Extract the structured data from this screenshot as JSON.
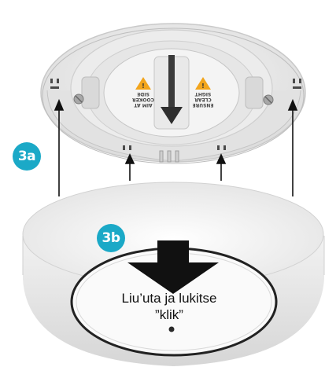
{
  "steps": {
    "step_a": "3a",
    "step_b": "3b"
  },
  "instruction": {
    "line1": "Liu’uta ja lukitse",
    "line2": "”klik”"
  },
  "mount_labels": {
    "left_label": [
      "AIM AT",
      "COOKER",
      "SIDE"
    ],
    "right_label": [
      "ENSURE",
      "CLEAR",
      "SIGHT"
    ]
  },
  "colors": {
    "badge": "#1ba9c7",
    "warning": "#f2a51c",
    "arrow": "#111111"
  },
  "icons": [
    "warning-icon",
    "arrow-up-icon",
    "arrow-down-icon"
  ]
}
